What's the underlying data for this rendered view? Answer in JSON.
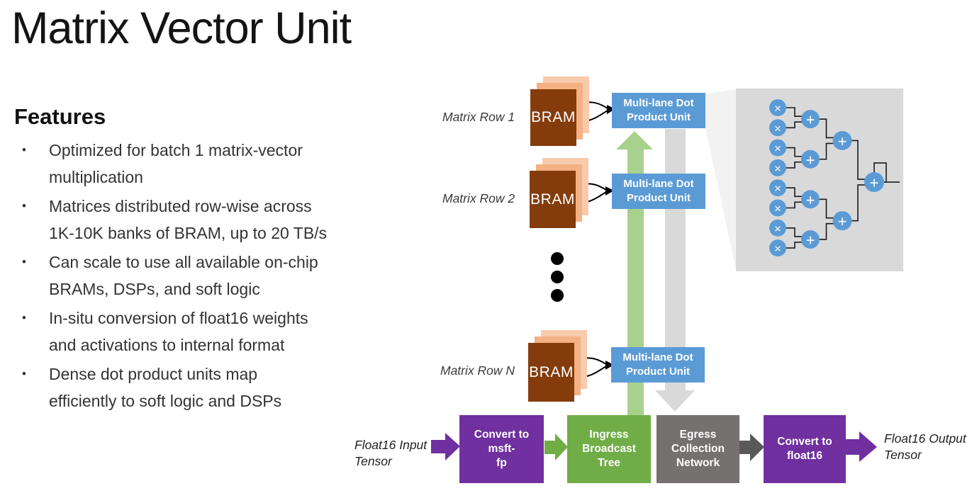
{
  "slide": {
    "title": "Matrix Vector Unit",
    "features": {
      "heading": "Features",
      "bullet_char": "•",
      "bullets": [
        "Optimized for batch 1 matrix-vector\nmultiplication",
        "Matrices distributed row-wise across\n1K-10K banks of BRAM, up to 20 TB/s",
        "Can scale to use all available on-chip\nBRAMs, DSPs, and soft logic",
        "In-situ conversion of float16 weights\nand activations to internal format",
        "Dense dot product units map\nefficiently to soft logic and DSPs"
      ]
    }
  },
  "diagram": {
    "rows": [
      {
        "label": "Matrix Row 1",
        "memory": "BRAM",
        "unit": "Multi-lane Dot\nProduct Unit"
      },
      {
        "label": "Matrix Row 2",
        "memory": "BRAM",
        "unit": "Multi-lane Dot\nProduct Unit"
      },
      {
        "label": "Matrix Row N",
        "memory": "BRAM",
        "unit": "Multi-lane Dot\nProduct Unit"
      }
    ],
    "colors": {
      "bram_main": "#843C0C",
      "bram_mid": "#F4B183",
      "bram_back": "#F8CBAD",
      "unit_blue": "#5B9BD5"
    },
    "ellipsis": {
      "count": 3
    },
    "ingress_band": {
      "color": "#A9D18E"
    },
    "egress_band": {
      "color": "#D9D9D9"
    },
    "callout": {
      "wedge_color": "#F2F2F2"
    },
    "detail_tree": {
      "panel_color": "#D9D9D9",
      "node_color": "#5B9BD5",
      "line_color": "#1a1a1a",
      "multiply_symbol": "×",
      "add_symbol": "+",
      "multipliers": 8,
      "adder_levels": [
        4,
        2,
        1
      ],
      "accumulator_loop": true
    }
  },
  "pipeline": {
    "input_label": "Float16 Input\nTensor",
    "output_label": "Float16 Output\nTensor",
    "stages": [
      {
        "label": "Convert to msft-\nfp",
        "color": "#7030A0"
      },
      {
        "label": "Ingress\nBroadcast\nTree",
        "color": "#70AD47"
      },
      {
        "label": "Egress\nCollection\nNetwork",
        "color": "#767171"
      },
      {
        "label": "Convert to\nfloat16",
        "color": "#7030A0"
      }
    ],
    "arrows": [
      {
        "name": "input-arrow",
        "color": "#7030A0"
      },
      {
        "name": "to-ingress-arrow",
        "color": "#70AD47"
      },
      {
        "name": "to-convert-arrow",
        "color": "#595959"
      },
      {
        "name": "output-arrow",
        "color": "#7030A0"
      }
    ]
  }
}
